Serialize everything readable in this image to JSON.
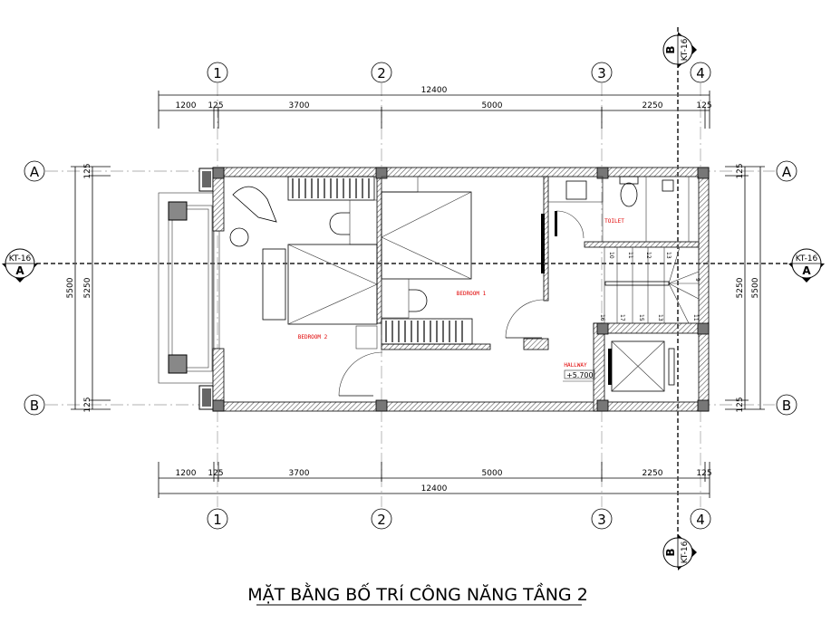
{
  "title": "MẶT BẰNG BỐ TRÍ CÔNG NĂNG TẦNG 2",
  "grid_columns": [
    "1",
    "2",
    "3",
    "4"
  ],
  "grid_rows": [
    "A",
    "B"
  ],
  "dimensions": {
    "overall_horizontal": "12400",
    "segments_horizontal": [
      "1200",
      "125",
      "3700",
      "5000",
      "2250",
      "125"
    ],
    "overall_vertical": "5500",
    "inner_vertical": "5250",
    "edge_vertical": "125"
  },
  "section_markers": {
    "sheet": "KT-16",
    "horizontal_label": "A",
    "vertical_label": "B"
  },
  "rooms": {
    "bedroom_1": "BEDROOM 1",
    "bedroom_2": "BEDROOM 2",
    "toilet": "TOILET",
    "hallway": "HALLWAY"
  },
  "elevation": "+5.700",
  "stair_steps": {
    "top": [
      "10",
      "11",
      "12",
      "13"
    ],
    "right": "9",
    "bottom": [
      "16",
      "17",
      "15",
      "13",
      "11"
    ]
  }
}
